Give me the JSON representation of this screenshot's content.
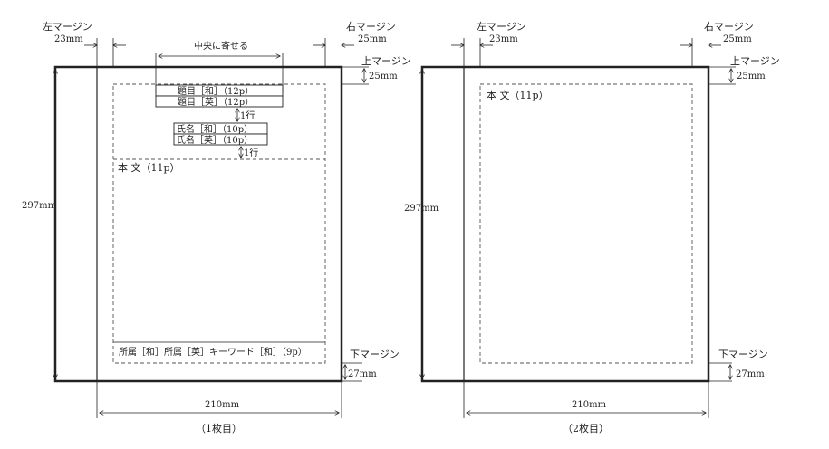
{
  "page1": {
    "left_margin_label": "左マージン",
    "left_margin_value": "23mm",
    "right_margin_label": "右マージン",
    "right_margin_value": "25mm",
    "top_margin_label": "上マージン",
    "top_margin_value": "25mm",
    "bottom_margin_label": "下マージン",
    "bottom_margin_value": "27mm",
    "height_value": "297mm",
    "width_value": "210mm",
    "center_label": "中央に寄せる",
    "title_ja": "題目［和］（12p）",
    "title_en": "題目［英］（12p）",
    "gap_1": "1行",
    "name_ja": "氏名［和］（10p）",
    "name_en": "氏名［英］（10p）",
    "gap_2": "1行",
    "body_label": "本 文（11p）",
    "footer_label": "所属［和］所属［英］キーワード［和］（9p）",
    "caption": "（1枚目）"
  },
  "page2": {
    "left_margin_label": "左マージン",
    "left_margin_value": "23mm",
    "right_margin_label": "右マージン",
    "right_margin_value": "25mm",
    "top_margin_label": "上マージン",
    "top_margin_value": "25mm",
    "bottom_margin_label": "下マージン",
    "bottom_margin_value": "27mm",
    "height_value": "297mm",
    "width_value": "210mm",
    "body_label": "本 文（11p）",
    "caption": "（2枚目）"
  }
}
